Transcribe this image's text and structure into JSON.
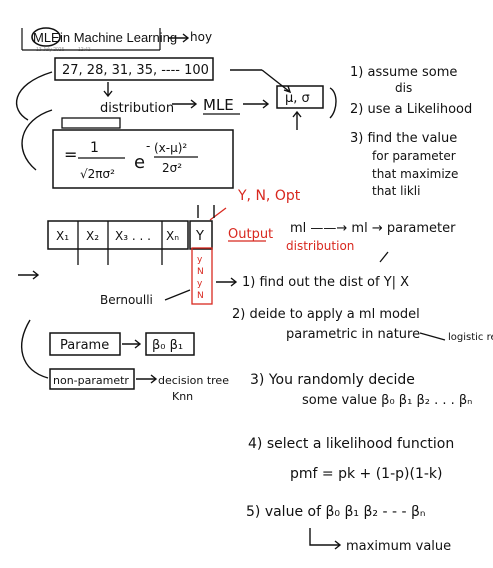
{
  "header": {
    "badge": "MLE",
    "title": "in Machine Learning",
    "date": "13 July 2025",
    "time": "12:43",
    "arrow_note": "hoy"
  },
  "notes": {
    "numbers": "27, 28, 31, 35, ---- 100",
    "distribution": "distribution",
    "mle": "MLE",
    "mu_sigma": "μ, σ",
    "step1": "1) assume some",
    "step1b": "dis",
    "step2": "2) use a Likelihood",
    "step3": "3) find the value",
    "step3b": "for parameter",
    "step3c": "that maximize",
    "step3d": "that likli",
    "formula_num": "1",
    "formula_den": "√2πσ²",
    "formula_exp": "e",
    "formula_pow_num": "(x-μ)²",
    "formula_pow_den": "2σ²",
    "red_labels": "Y, N, Opt",
    "red_output": "Output",
    "red_distribution": "distribution",
    "ml_to_param": "ml ——→ ml → parameter",
    "table_headers": [
      "X₁",
      "X₂",
      "X₃ . . .",
      "Xₙ",
      "Y"
    ],
    "table_col_y": [
      "y",
      "N",
      "y",
      "N"
    ],
    "bernoulli": "Bernoulli",
    "find_dist": "1) find out the dist of Y| X",
    "decide": "2) deide to apply a ml model",
    "parametric_nature": "parametric in nature",
    "logistic": "logistic regression",
    "param_box": "Parame",
    "beta_box": "β₀ β₁",
    "nonparam_box": "non-parametr",
    "decision_tree": "decision tree",
    "knn": "Knn",
    "random_decide": "3) You randomly decide",
    "random_decide_b": "some value β₀ β₁ β₂ . . . βₙ",
    "select_lik": "4) select a likelihood function",
    "pmf": "pmf = pk + (1-p)(1-k)",
    "values_beta": "5) value of  β₀ β₁ β₂ - - - βₙ",
    "max_value": "maximum value"
  }
}
